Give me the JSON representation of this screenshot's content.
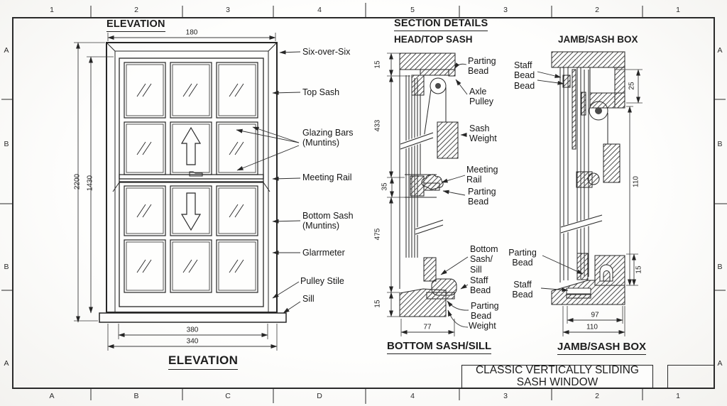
{
  "grid": {
    "top": [
      "1",
      "2",
      "3",
      "4",
      "5",
      "3",
      "2",
      "1"
    ],
    "bottom": [
      "A",
      "B",
      "C",
      "D",
      "4",
      "3",
      "2",
      "1"
    ],
    "left": [
      "A",
      "B",
      "B",
      "A"
    ],
    "right": [
      "A",
      "B",
      "B",
      "A"
    ]
  },
  "elevation": {
    "title_top": "ELEVATION",
    "title_bottom": "ELEVATION",
    "dims": {
      "width_top": "180",
      "height_outer": "2200",
      "height_inner": "1430",
      "width_inner": "380",
      "width_outer": "340"
    },
    "labels": {
      "six_over_six": "Six-over-Six",
      "top_sash": "Top Sash",
      "glazing_bars": "Glazing Bars\n(Muntins)",
      "meeting_rail": "Meeting Rail",
      "bottom_sash": "Bottom Sash\n(Muntins)",
      "glarrmeter": "Glarrmeter",
      "pulley_stile": "Pulley Stile",
      "sill": "Sill"
    }
  },
  "sections": {
    "title": "SECTION DETAILS",
    "head_detail": {
      "title": "HEAD/TOP SASH",
      "footer_title": "BOTTOM SASH/SILL",
      "dims": {
        "head": "15",
        "upper_sash": "433",
        "meeting_rail": "35",
        "lower_sash": "475",
        "sill": "15",
        "width": "77"
      },
      "labels": {
        "parting_bead_top": "Parting\nBead",
        "axle_pulley": "Axle\nPulley",
        "sash_weight": "Sash\nWeight",
        "meeting_rail": "Meeting\nRail",
        "parting_bead_mid": "Parting\nBead",
        "bottom_sash_sill": "Bottom\nSash/\nSill",
        "staff_bead": "Staff\nBead",
        "parting_bead_bottom": "Parting\nBead",
        "weight": "Weight"
      }
    },
    "jamb_detail": {
      "title": "JAMB/SASH BOX",
      "footer_title": "JAMB/SASH BOX",
      "dims": {
        "pocket": "25",
        "box_height": "110",
        "sill": "15",
        "width_inner": "97",
        "width_outer": "110"
      },
      "labels": {
        "staff_bead_bead": "Staff\nBead\nBead",
        "parting_bead": "Parting\nBead",
        "staff_bead": "Staff\nBead"
      }
    }
  },
  "title_block": {
    "line1": "CLASSIC VERTICALLY SLIDING",
    "line2": "SASH WINDOW"
  }
}
